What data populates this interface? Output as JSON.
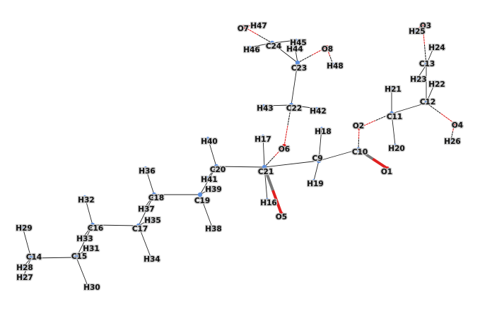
{
  "colors": {
    "background": "#ffffff",
    "carbon": "#5b8fe0",
    "hydrogen": "#6f9de8",
    "oxygen": "#e02020",
    "bond": "#222222",
    "double_bond": "#777777",
    "label_halo": "#c8c8c8"
  },
  "atoms": [
    {
      "id": "C9",
      "label": "C9",
      "el": "C"
    },
    {
      "id": "C10",
      "label": "C10",
      "el": "C"
    },
    {
      "id": "C11",
      "label": "C11",
      "el": "C"
    },
    {
      "id": "C12",
      "label": "C12",
      "el": "C"
    },
    {
      "id": "C13",
      "label": "C13",
      "el": "C"
    },
    {
      "id": "C14",
      "label": "C14",
      "el": "C"
    },
    {
      "id": "C15",
      "label": "C15",
      "el": "C"
    },
    {
      "id": "C16",
      "label": "C16",
      "el": "C"
    },
    {
      "id": "C17",
      "label": "C17",
      "el": "C"
    },
    {
      "id": "C18",
      "label": "C18",
      "el": "C"
    },
    {
      "id": "C19",
      "label": "C19",
      "el": "C"
    },
    {
      "id": "C20",
      "label": "C20",
      "el": "C"
    },
    {
      "id": "C21",
      "label": "C21",
      "el": "C"
    },
    {
      "id": "C22",
      "label": "C22",
      "el": "C"
    },
    {
      "id": "C23",
      "label": "C23",
      "el": "C"
    },
    {
      "id": "C24",
      "label": "C24",
      "el": "C"
    },
    {
      "id": "O1",
      "label": "O1",
      "el": "O"
    },
    {
      "id": "O2",
      "label": "O2",
      "el": "O"
    },
    {
      "id": "O3",
      "label": "O3",
      "el": "O"
    },
    {
      "id": "O4",
      "label": "O4",
      "el": "O"
    },
    {
      "id": "O5",
      "label": "O5",
      "el": "O"
    },
    {
      "id": "O6",
      "label": "O6",
      "el": "O"
    },
    {
      "id": "O7",
      "label": "O7",
      "el": "O"
    },
    {
      "id": "O8",
      "label": "O8",
      "el": "O"
    },
    {
      "id": "H16",
      "label": "H16",
      "el": "H"
    },
    {
      "id": "H17",
      "label": "H17",
      "el": "H"
    },
    {
      "id": "H18",
      "label": "H18",
      "el": "H"
    },
    {
      "id": "H19",
      "label": "H19",
      "el": "H"
    },
    {
      "id": "H20",
      "label": "H20",
      "el": "H"
    },
    {
      "id": "H21",
      "label": "H21",
      "el": "H"
    },
    {
      "id": "H22",
      "label": "H22",
      "el": "H"
    },
    {
      "id": "H23",
      "label": "H23",
      "el": "H"
    },
    {
      "id": "H24",
      "label": "H24",
      "el": "H"
    },
    {
      "id": "H25",
      "label": "H25",
      "el": "H"
    },
    {
      "id": "H26",
      "label": "H26",
      "el": "H"
    },
    {
      "id": "H27",
      "label": "H27",
      "el": "H"
    },
    {
      "id": "H28",
      "label": "H28",
      "el": "H"
    },
    {
      "id": "H29",
      "label": "H29",
      "el": "H"
    },
    {
      "id": "H30",
      "label": "H30",
      "el": "H"
    },
    {
      "id": "H31",
      "label": "H31",
      "el": "H"
    },
    {
      "id": "H32",
      "label": "H32",
      "el": "H"
    },
    {
      "id": "H33",
      "label": "H33",
      "el": "H"
    },
    {
      "id": "H34",
      "label": "H34",
      "el": "H"
    },
    {
      "id": "H35",
      "label": "H35",
      "el": "H"
    },
    {
      "id": "H36",
      "label": "H36",
      "el": "H"
    },
    {
      "id": "H37",
      "label": "H37",
      "el": "H"
    },
    {
      "id": "H38",
      "label": "H38",
      "el": "H"
    },
    {
      "id": "H39",
      "label": "H39",
      "el": "H"
    },
    {
      "id": "H40",
      "label": "H40",
      "el": "H"
    },
    {
      "id": "H41",
      "label": "H41",
      "el": "H"
    },
    {
      "id": "H42",
      "label": "H42",
      "el": "H"
    },
    {
      "id": "H43",
      "label": "H43",
      "el": "H"
    },
    {
      "id": "H44",
      "label": "H44",
      "el": "H"
    },
    {
      "id": "H45",
      "label": "H45",
      "el": "H"
    },
    {
      "id": "H46",
      "label": "H46",
      "el": "H"
    },
    {
      "id": "H47",
      "label": "H47",
      "el": "H"
    },
    {
      "id": "H48",
      "label": "H48",
      "el": "H"
    }
  ],
  "bonds": [
    [
      "C10",
      "O1",
      2
    ],
    [
      "C10",
      "O2",
      1
    ],
    [
      "C10",
      "C9",
      1
    ],
    [
      "O2",
      "C11",
      1
    ],
    [
      "C11",
      "C12",
      1
    ],
    [
      "C11",
      "H20",
      1
    ],
    [
      "C11",
      "H21",
      1
    ],
    [
      "C12",
      "C13",
      1
    ],
    [
      "C12",
      "O4",
      1
    ],
    [
      "C12",
      "H22",
      1
    ],
    [
      "C13",
      "O3",
      1
    ],
    [
      "C13",
      "H23",
      1
    ],
    [
      "C13",
      "H24",
      1
    ],
    [
      "O3",
      "H25",
      1
    ],
    [
      "O4",
      "H26",
      1
    ],
    [
      "C9",
      "C21",
      1
    ],
    [
      "C9",
      "H18",
      1
    ],
    [
      "C9",
      "H19",
      1
    ],
    [
      "C21",
      "O5",
      2
    ],
    [
      "C21",
      "O6",
      1
    ],
    [
      "C21",
      "H17",
      1
    ],
    [
      "C21",
      "H16",
      1
    ],
    [
      "C21",
      "C20",
      1
    ],
    [
      "O6",
      "C22",
      1
    ],
    [
      "C22",
      "C23",
      1
    ],
    [
      "C22",
      "H42",
      1
    ],
    [
      "C22",
      "H43",
      1
    ],
    [
      "C23",
      "O8",
      1
    ],
    [
      "C23",
      "C24",
      1
    ],
    [
      "C23",
      "H44",
      1
    ],
    [
      "O8",
      "H48",
      1
    ],
    [
      "C24",
      "O7",
      1
    ],
    [
      "C24",
      "H45",
      1
    ],
    [
      "C24",
      "H46",
      1
    ],
    [
      "O7",
      "H47",
      1
    ],
    [
      "C20",
      "C19",
      1
    ],
    [
      "C20",
      "H40",
      1
    ],
    [
      "C20",
      "H41",
      1
    ],
    [
      "C19",
      "C18",
      1
    ],
    [
      "C19",
      "H38",
      1
    ],
    [
      "C19",
      "H39",
      1
    ],
    [
      "C18",
      "C17",
      1
    ],
    [
      "C18",
      "H36",
      1
    ],
    [
      "C18",
      "H37",
      1
    ],
    [
      "C17",
      "C16",
      1
    ],
    [
      "C17",
      "H34",
      1
    ],
    [
      "C17",
      "H35",
      1
    ],
    [
      "C16",
      "C15",
      1
    ],
    [
      "C16",
      "H32",
      1
    ],
    [
      "C16",
      "H33",
      1
    ],
    [
      "C15",
      "C14",
      1
    ],
    [
      "C15",
      "H30",
      1
    ],
    [
      "C15",
      "H31",
      1
    ],
    [
      "C14",
      "H27",
      1
    ],
    [
      "C14",
      "H28",
      1
    ],
    [
      "C14",
      "H29",
      1
    ]
  ]
}
